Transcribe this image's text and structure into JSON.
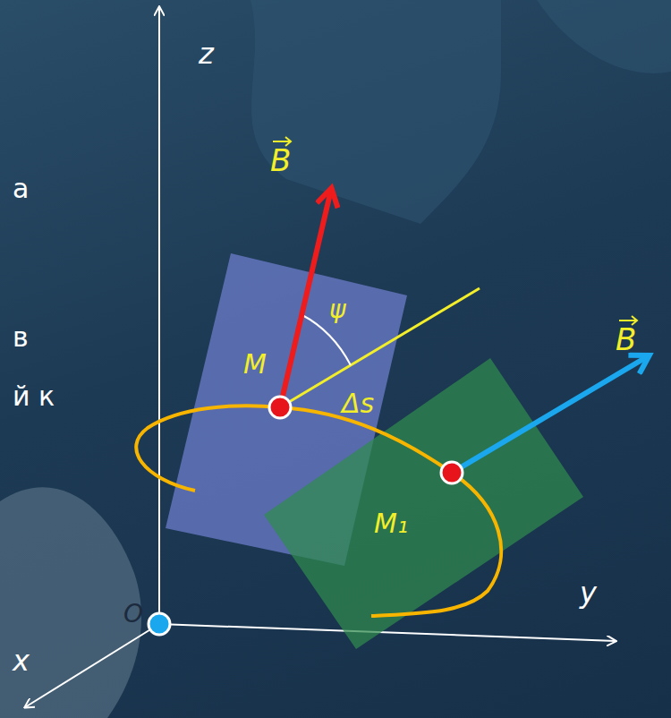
{
  "diagram": {
    "labels": [
      "а",
      "в",
      "й к",
      "z",
      "B",
      "ψ",
      "M",
      "Δs",
      "B",
      "M₁",
      "y",
      "O",
      "x"
    ]
  }
}
